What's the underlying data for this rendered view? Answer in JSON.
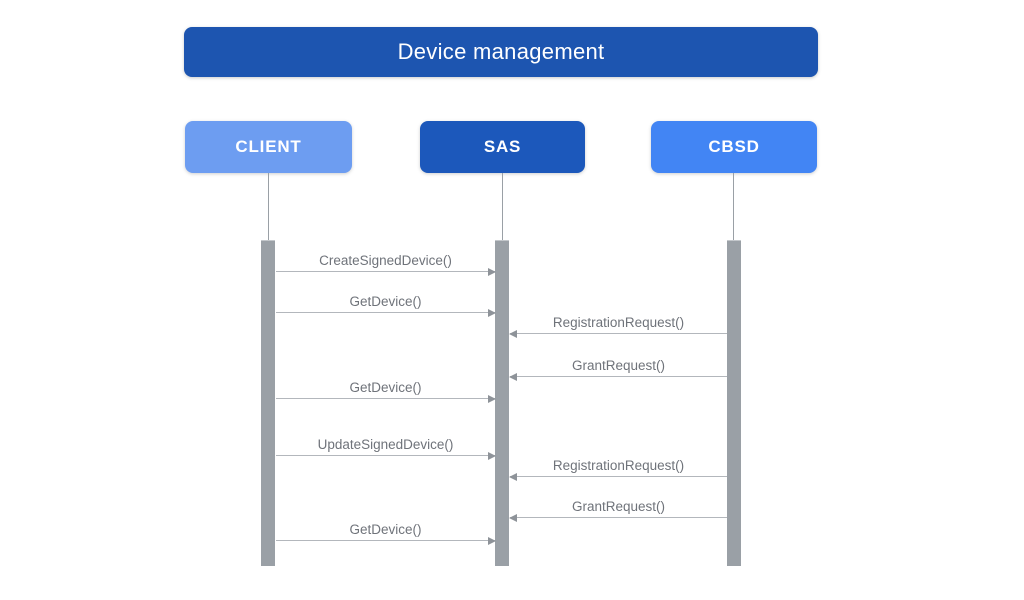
{
  "diagram_type": "sequence",
  "title": "Device management",
  "actors": [
    {
      "id": "client",
      "label": "CLIENT",
      "color": "#6d9df1"
    },
    {
      "id": "sas",
      "label": "SAS",
      "color": "#1c58bb"
    },
    {
      "id": "cbsd",
      "label": "CBSD",
      "color": "#4285f4"
    }
  ],
  "messages": [
    {
      "label": "CreateSignedDevice()",
      "from": "CLIENT",
      "to": "SAS"
    },
    {
      "label": "GetDevice()",
      "from": "CLIENT",
      "to": "SAS"
    },
    {
      "label": "RegistrationRequest()",
      "from": "CBSD",
      "to": "SAS"
    },
    {
      "label": "GrantRequest()",
      "from": "CBSD",
      "to": "SAS"
    },
    {
      "label": "GetDevice()",
      "from": "CLIENT",
      "to": "SAS"
    },
    {
      "label": "UpdateSignedDevice()",
      "from": "CLIENT",
      "to": "SAS"
    },
    {
      "label": "RegistrationRequest()",
      "from": "CBSD",
      "to": "SAS"
    },
    {
      "label": "GrantRequest()",
      "from": "CBSD",
      "to": "SAS"
    },
    {
      "label": "GetDevice()",
      "from": "CLIENT",
      "to": "SAS"
    }
  ],
  "colors": {
    "title_bg": "#1d55b0",
    "client_bg": "#6d9df1",
    "sas_bg": "#1c58bb",
    "cbsd_bg": "#4285f4",
    "activation_bar": "#9aa0a6",
    "arrow_line": "#b3b7bc",
    "arrow_head": "#8e9399",
    "message_text": "#6f737a"
  }
}
